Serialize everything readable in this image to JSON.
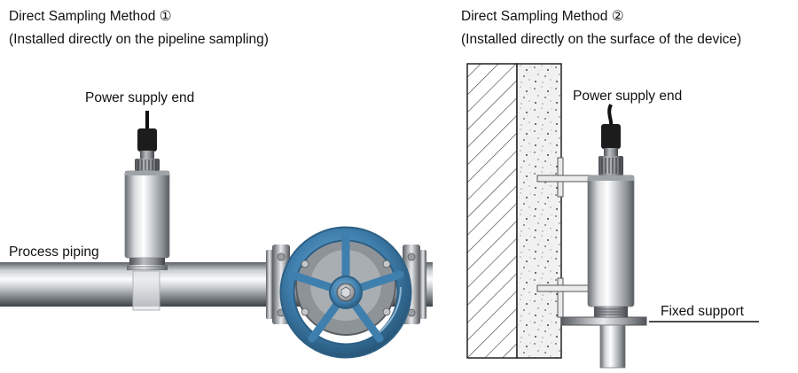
{
  "method1": {
    "title": "Direct Sampling Method ①",
    "subtitle": "(Installed directly on the pipeline sampling)",
    "power_label": "Power supply end",
    "piping_label": "Process piping"
  },
  "method2": {
    "title": "Direct Sampling Method ②",
    "subtitle": "(Installed directly on the surface of the device)",
    "power_label": "Power supply end",
    "support_label": "Fixed support"
  },
  "colors": {
    "steel_dark": "#5b5f64",
    "steel_light": "#f4f5f6",
    "wheel_blue": "#3f7fae",
    "cable_black": "#111111"
  }
}
